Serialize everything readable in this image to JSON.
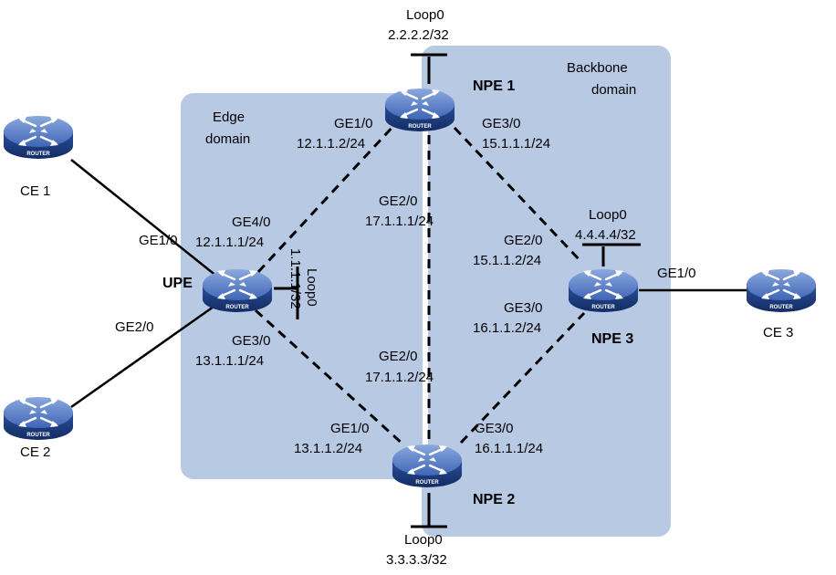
{
  "domains": {
    "edge": {
      "line1": "Edge",
      "line2": "domain"
    },
    "backbone": {
      "line1": "Backbone",
      "line2": "domain"
    }
  },
  "router_label": "ROUTER",
  "devices": {
    "ce1": {
      "name": "CE 1"
    },
    "ce2": {
      "name": "CE 2"
    },
    "ce3": {
      "name": "CE 3"
    },
    "upe": {
      "name": "UPE",
      "loop_name": "Loop0",
      "loop_ip": "1.1.1.1/32"
    },
    "npe1": {
      "name": "NPE 1",
      "loop_name": "Loop0",
      "loop_ip": "2.2.2.2/32"
    },
    "npe2": {
      "name": "NPE 2",
      "loop_name": "Loop0",
      "loop_ip": "3.3.3.3/32"
    },
    "npe3": {
      "name": "NPE 3",
      "loop_name": "Loop0",
      "loop_ip": "4.4.4.4/32"
    }
  },
  "interfaces": {
    "upe_ce1": {
      "port": "GE1/0"
    },
    "upe_ce2": {
      "port": "GE2/0"
    },
    "upe_npe1": {
      "port": "GE4/0",
      "ip": "12.1.1.1/24"
    },
    "upe_npe2": {
      "port": "GE3/0",
      "ip": "13.1.1.1/24"
    },
    "npe1_upe": {
      "port": "GE1/0",
      "ip": "12.1.1.2/24"
    },
    "npe1_npe2": {
      "port": "GE2/0",
      "ip": "17.1.1.1/24"
    },
    "npe1_npe3": {
      "port": "GE3/0",
      "ip": "15.1.1.1/24"
    },
    "npe2_upe": {
      "port": "GE1/0",
      "ip": "13.1.1.2/24"
    },
    "npe2_npe1": {
      "port": "GE2/0",
      "ip": "17.1.1.2/24"
    },
    "npe2_npe3": {
      "port": "GE3/0",
      "ip": "16.1.1.1/24"
    },
    "npe3_npe1": {
      "port": "GE2/0",
      "ip": "15.1.1.2/24"
    },
    "npe3_npe2": {
      "port": "GE3/0",
      "ip": "16.1.1.2/24"
    },
    "npe3_ce3": {
      "port": "GE1/0"
    }
  },
  "colors": {
    "domain_fill": "#b8c9e3",
    "router_dark": "#1d3a78",
    "router_mid": "#3e65b4",
    "router_light": "#7f9fd8",
    "link": "#000000"
  }
}
